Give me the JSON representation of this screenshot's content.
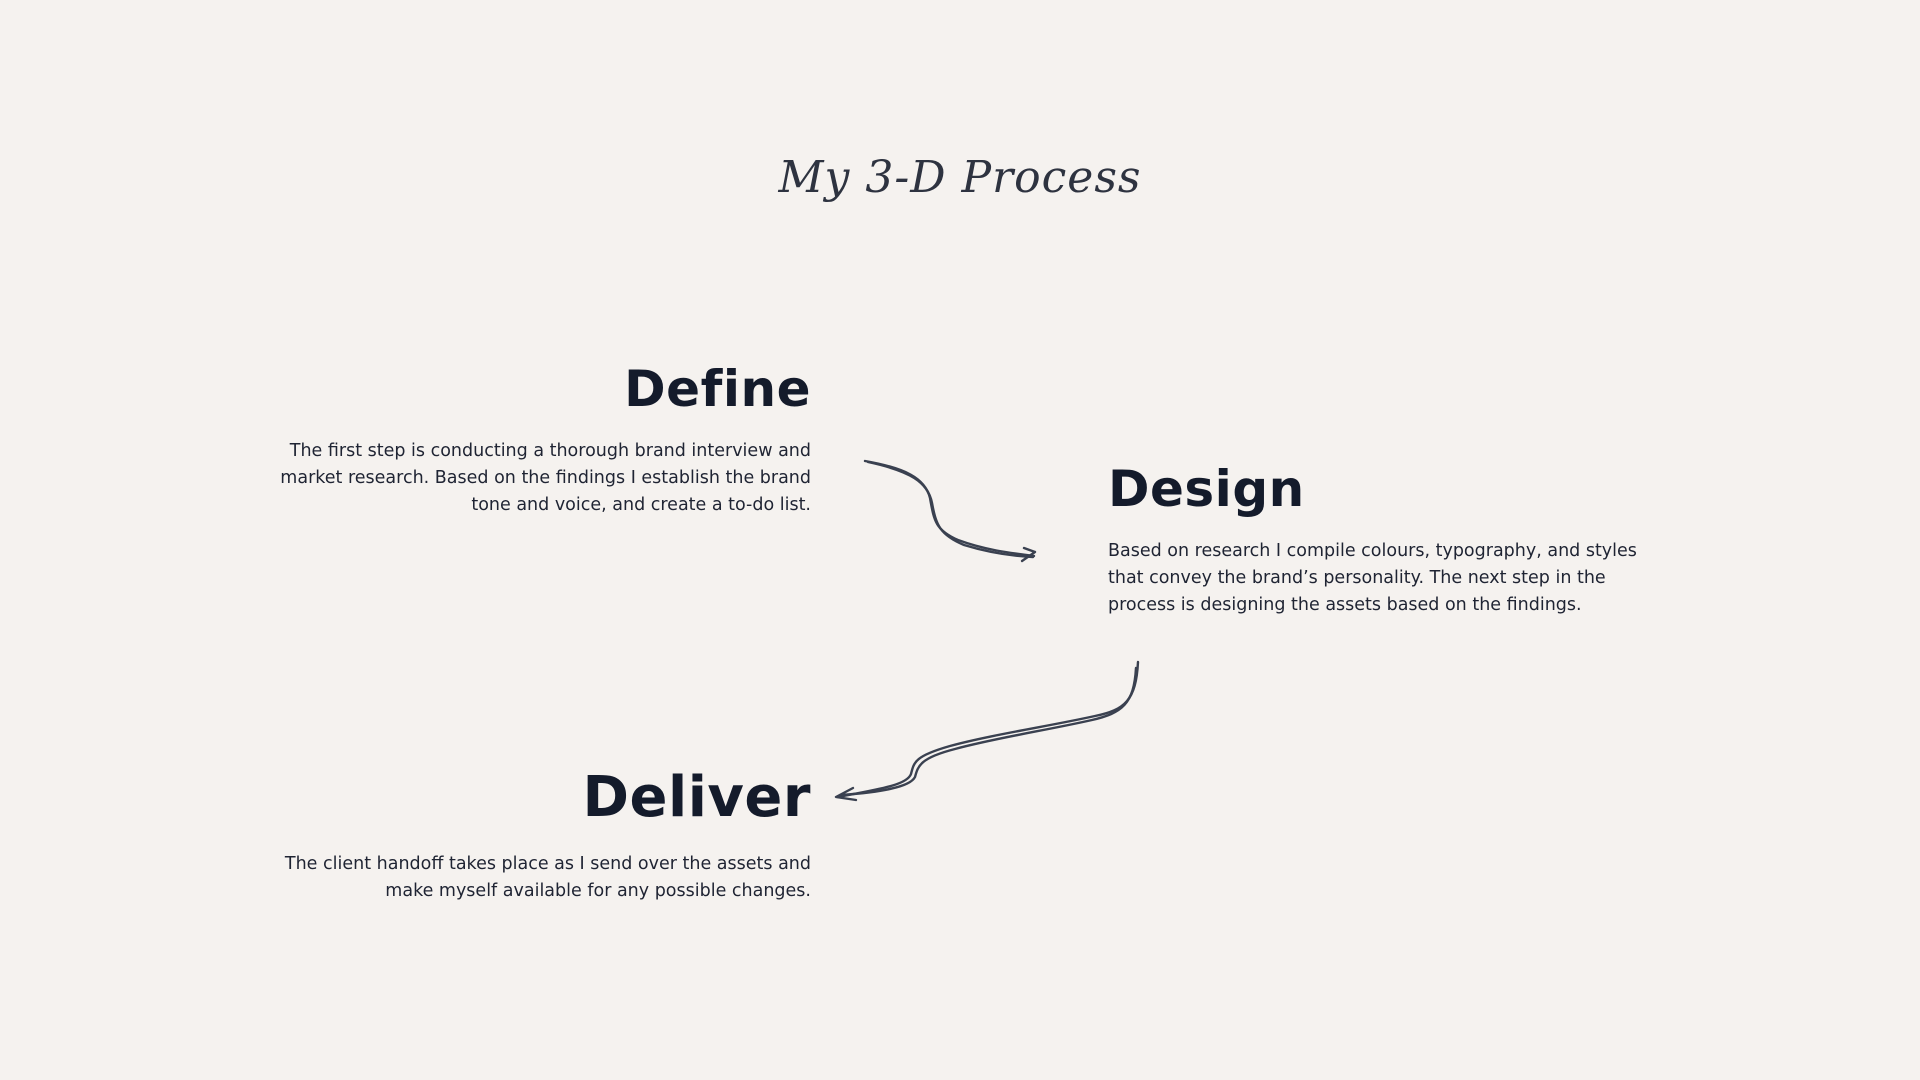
{
  "title": "My 3-D Process",
  "steps": {
    "define": {
      "heading": "Define",
      "body": "The first step is conducting a thorough brand interview and market research. Based on the findings I establish the brand tone and voice, and create a to-do list."
    },
    "design": {
      "heading": "Design",
      "body": "Based on research I compile colours, typography, and styles that convey the brand’s personality. The next step in the process is designing the assets based on the findings."
    },
    "deliver": {
      "heading": "Deliver",
      "body": "The client handoff takes place as I send over the assets and make myself available for any possible  changes."
    }
  },
  "colors": {
    "background": "#f5f2ef",
    "heading": "#141b2b",
    "arrow": "#3a4150"
  },
  "icons": [
    "define-to-design-arrow-icon",
    "design-to-deliver-arrow-icon"
  ]
}
